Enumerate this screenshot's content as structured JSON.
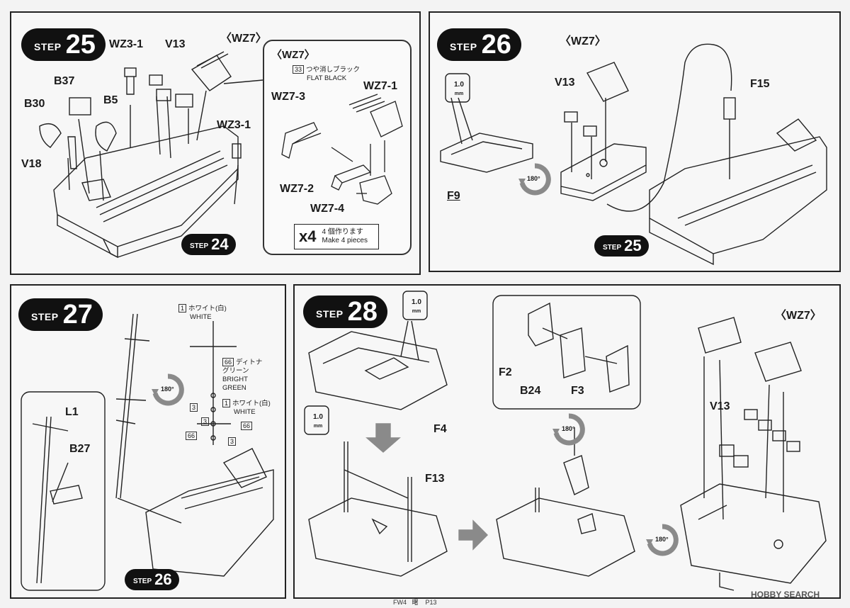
{
  "steps": {
    "s25": {
      "word": "STEP",
      "num": "25"
    },
    "s26": {
      "word": "STEP",
      "num": "26"
    },
    "s27": {
      "word": "STEP",
      "num": "27"
    },
    "s28": {
      "word": "STEP",
      "num": "28"
    }
  },
  "refs": {
    "r24": {
      "word": "STEP",
      "num": "24"
    },
    "r25": {
      "word": "STEP",
      "num": "25"
    },
    "r26": {
      "word": "STEP",
      "num": "26"
    }
  },
  "step25": {
    "labels": {
      "wz3_1_a": "WZ3-1",
      "v13": "V13",
      "wz7": "〈WZ7〉",
      "b37": "B37",
      "b30": "B30",
      "b5": "B5",
      "v18": "V18",
      "wz3_1_b": "WZ3-1"
    },
    "callout": {
      "title": "〈WZ7〉",
      "paint_num": "33",
      "paint_jp": "つや消しブラック",
      "paint_en": "FLAT BLACK",
      "wz7_1": "WZ7-1",
      "wz7_3": "WZ7-3",
      "wz7_2": "WZ7-2",
      "wz7_4": "WZ7-4",
      "qty": "x4",
      "qty_jp": "4 個作ります",
      "qty_en": "Make 4 pieces"
    }
  },
  "step26": {
    "labels": {
      "wz7": "〈WZ7〉",
      "v13": "V13",
      "f15": "F15",
      "f9": "F9"
    },
    "thickness": "1.0",
    "unit": "mm",
    "rotation": "180°"
  },
  "step27": {
    "labels": {
      "l1": "L1",
      "b27": "B27"
    },
    "paints": {
      "p1_num": "1",
      "p1_jp": "ホワイト(白)",
      "p1_en": "WHITE",
      "p66_num": "66",
      "p66_jp1": "ディトナ",
      "p66_jp2": "グリーン",
      "p66_en1": "BRIGHT",
      "p66_en2": "GREEN",
      "p1b_num": "1",
      "p1b_jp": "ホワイト(白)",
      "p1b_en": "WHITE",
      "p3a": "3",
      "p3b": "3",
      "p3c": "3",
      "p66a": "66",
      "p66b": "66"
    },
    "rotation": "180°"
  },
  "step28": {
    "labels": {
      "f4": "F4",
      "f13": "F13",
      "f2": "F2",
      "b24": "B24",
      "f3": "F3",
      "wz7": "〈WZ7〉",
      "v13": "V13"
    },
    "thickness": "1.0",
    "unit": "mm",
    "rotation": "180°"
  },
  "footer": {
    "left": "FW4",
    "mid": "曙",
    "page": "P13",
    "watermark": "HOBBY SEARCH"
  },
  "colors": {
    "ink": "#1a1a1a",
    "paper": "#f7f7f7",
    "badge": "#111111",
    "arrow_gray": "#8a8a8a"
  }
}
